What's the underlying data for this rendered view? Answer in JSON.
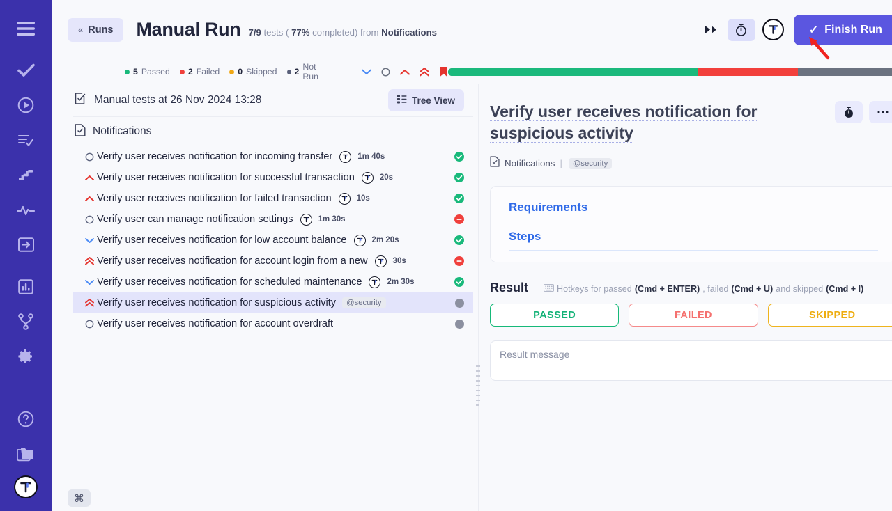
{
  "sidebar": {
    "items": [
      {
        "name": "menu-icon",
        "label": "Menu"
      },
      {
        "name": "checkmark-icon",
        "label": "Tests"
      },
      {
        "name": "play-circle-icon",
        "label": "Runs"
      },
      {
        "name": "list-check-icon",
        "label": "Test Plans"
      },
      {
        "name": "steps-icon",
        "label": "Shared Steps"
      },
      {
        "name": "activity-pulse-icon",
        "label": "Activity"
      },
      {
        "name": "login-arrow-icon",
        "label": "Import"
      },
      {
        "name": "chart-bar-icon",
        "label": "Reports"
      },
      {
        "name": "git-branch-icon",
        "label": "Integrations"
      },
      {
        "name": "gear-icon",
        "label": "Settings"
      },
      {
        "name": "help-circle-icon",
        "label": "Help"
      },
      {
        "name": "folder-icon",
        "label": "Projects"
      }
    ],
    "avatar_letter": "T"
  },
  "header": {
    "back_label": "Runs",
    "back_chevron": "«",
    "title": "Manual Run",
    "meta_count": "7/9",
    "meta_tests_word": "tests (",
    "meta_percent": "77%",
    "meta_completed_word": "completed) from",
    "meta_source": "Notifications",
    "skip_icon": "fast-forward-icon",
    "timer_icon": "stopwatch-icon",
    "logo_letter": "T",
    "finish_label": "Finish Run",
    "finish_check": "✓",
    "finish_color": "#5b56e0"
  },
  "status": {
    "legend": [
      {
        "count": "5",
        "label": "Passed",
        "color": "#19b97b"
      },
      {
        "count": "2",
        "label": "Failed",
        "color": "#f0403c"
      },
      {
        "count": "0",
        "label": "Skipped",
        "color": "#f0a816"
      },
      {
        "count": "2",
        "label": "Not Run",
        "color": "#59607a"
      }
    ],
    "priority_filters": [
      {
        "name": "chevron-down-filter",
        "color": "#4b8bf5"
      },
      {
        "name": "circle-filter",
        "color": "#6b7280"
      },
      {
        "name": "chevron-up-filter",
        "color": "#e5342e"
      },
      {
        "name": "double-chevron-up-filter",
        "color": "#e5342e"
      },
      {
        "name": "bookmark-filter",
        "color": "#e5342e"
      }
    ],
    "progress": {
      "passed_pct": 55.6,
      "failed_pct": 22.2,
      "notrun_pct": 22.2,
      "passed_color": "#1bb97c",
      "failed_color": "#f2403c",
      "notrun_color": "#6b7280"
    }
  },
  "list": {
    "header_title": "Manual tests at 26 Nov 2024 13:28",
    "header_icon": "clipboard-check-icon",
    "tree_view_label": "Tree View",
    "tree_view_icon": "tree-icon",
    "group_name": "Notifications",
    "group_icon": "file-check-icon",
    "tests": [
      {
        "priority": "medium",
        "name": "Verify user receives notification for incoming transfer",
        "avatar": "T",
        "duration": "1m 40s",
        "status": "passed",
        "tag": ""
      },
      {
        "priority": "high",
        "name": "Verify user receives notification for successful transaction",
        "avatar": "T",
        "duration": "20s",
        "status": "passed",
        "tag": ""
      },
      {
        "priority": "high",
        "name": "Verify user receives notification for failed transaction",
        "avatar": "T",
        "duration": "10s",
        "status": "passed",
        "tag": ""
      },
      {
        "priority": "medium",
        "name": "Verify user can manage notification settings",
        "avatar": "T",
        "duration": "1m 30s",
        "status": "failed",
        "tag": ""
      },
      {
        "priority": "low",
        "name": "Verify user receives notification for low account balance",
        "avatar": "T",
        "duration": "2m 20s",
        "status": "passed",
        "tag": ""
      },
      {
        "priority": "critical",
        "name": "Verify user receives notification for account login from a new",
        "avatar": "T",
        "duration": "30s",
        "status": "failed",
        "tag": ""
      },
      {
        "priority": "low",
        "name": "Verify user receives notification for scheduled maintenance",
        "avatar": "T",
        "duration": "2m 30s",
        "status": "passed",
        "tag": ""
      },
      {
        "priority": "critical",
        "name": "Verify user receives notification for suspicious activity",
        "avatar": "",
        "duration": "",
        "status": "notrun",
        "tag": "@security",
        "selected": true
      },
      {
        "priority": "medium",
        "name": "Verify user receives notification for account overdraft",
        "avatar": "",
        "duration": "",
        "status": "notrun",
        "tag": ""
      }
    ]
  },
  "detail": {
    "title": "Verify user receives notification for suspicious activity",
    "timer_icon": "stopwatch-icon",
    "more_icon": "ellipsis-icon",
    "breadcrumb_icon": "file-check-icon",
    "breadcrumb_text": "Notifications",
    "breadcrumb_sep": "|",
    "breadcrumb_tag": "@security",
    "card_links": [
      "Requirements",
      "Steps"
    ],
    "result_label": "Result",
    "hotkeys_icon": "keyboard-icon",
    "hotkeys": {
      "prefix": "Hotkeys for passed",
      "passed_key": "(Cmd + ENTER)",
      "mid1": ", failed",
      "failed_key": "(Cmd + U)",
      "mid2": "and skipped",
      "skipped_key": "(Cmd + I)"
    },
    "verdicts": [
      {
        "label": "PASSED",
        "color": "#13b277"
      },
      {
        "label": "FAILED",
        "color": "#f5716f"
      },
      {
        "label": "SKIPPED",
        "color": "#eead11"
      }
    ],
    "result_placeholder": "Result message"
  },
  "footer": {
    "cmd_key": "⌘"
  }
}
